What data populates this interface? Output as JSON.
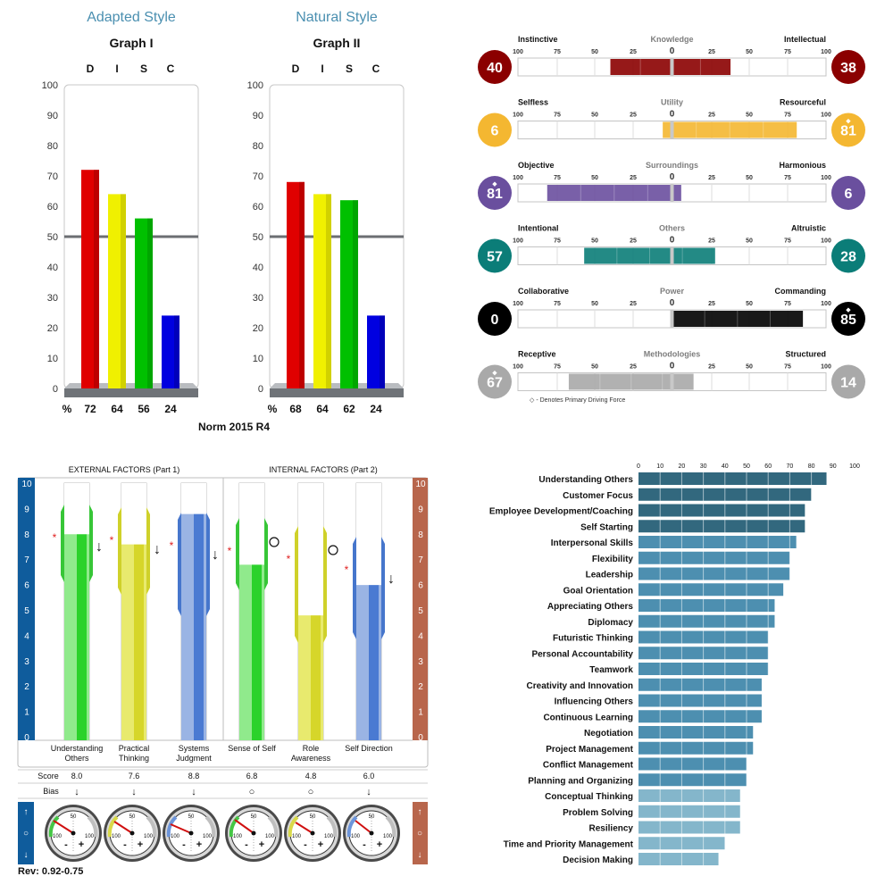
{
  "disc": {
    "graphs": [
      {
        "style_label": "Adapted Style",
        "title": "Graph I",
        "percents": [
          "72",
          "64",
          "56",
          "24"
        ]
      },
      {
        "style_label": "Natural Style",
        "title": "Graph II",
        "percents": [
          "68",
          "64",
          "62",
          "24"
        ]
      }
    ],
    "norm": "Norm 2015 R4",
    "percent_symbol": "%"
  },
  "motivators": {
    "scale_ticks": [
      "100",
      "75",
      "50",
      "25",
      "0",
      "25",
      "50",
      "75",
      "100"
    ],
    "note": "◇ - Denotes Primary Driving Force",
    "rows": [
      {
        "name": "Knowledge",
        "left": "Instinctive",
        "right": "Intellectual",
        "left_score": "40",
        "right_score": "38",
        "left_diamond": false,
        "right_diamond": false,
        "color": "#8b0000"
      },
      {
        "name": "Utility",
        "left": "Selfless",
        "right": "Resourceful",
        "left_score": "6",
        "right_score": "81",
        "left_diamond": false,
        "right_diamond": true,
        "color": "#f4b731"
      },
      {
        "name": "Surroundings",
        "left": "Objective",
        "right": "Harmonious",
        "left_score": "81",
        "right_score": "6",
        "left_diamond": true,
        "right_diamond": false,
        "color": "#6a4f9e"
      },
      {
        "name": "Others",
        "left": "Intentional",
        "right": "Altruistic",
        "left_score": "57",
        "right_score": "28",
        "left_diamond": false,
        "right_diamond": false,
        "color": "#0b7d78"
      },
      {
        "name": "Power",
        "left": "Collaborative",
        "right": "Commanding",
        "left_score": "0",
        "right_score": "85",
        "left_diamond": false,
        "right_diamond": true,
        "color": "#000000"
      },
      {
        "name": "Methodologies",
        "left": "Receptive",
        "right": "Structured",
        "left_score": "67",
        "right_score": "14",
        "left_diamond": true,
        "right_diamond": false,
        "color": "#a9a9a9"
      }
    ]
  },
  "acumen": {
    "header_left": "EXTERNAL FACTORS (Part 1)",
    "header_right": "INTERNAL FACTORS (Part 2)",
    "score_label": "Score",
    "bias_label": "Bias",
    "rev": "Rev: 0.92-0.75",
    "scale": [
      "0",
      "1",
      "2",
      "3",
      "4",
      "5",
      "6",
      "7",
      "8",
      "9",
      "10"
    ],
    "columns": [
      {
        "label_lines": [
          "Understanding",
          "Others"
        ],
        "score_text": "8.0",
        "bias": "↓",
        "color": "green"
      },
      {
        "label_lines": [
          "Practical",
          "Thinking"
        ],
        "score_text": "7.6",
        "bias": "↓",
        "color": "yellow"
      },
      {
        "label_lines": [
          "Systems",
          "Judgment"
        ],
        "score_text": "8.8",
        "bias": "↓",
        "color": "blue"
      },
      {
        "label_lines": [
          "Sense of Self"
        ],
        "score_text": "6.8",
        "bias": "○",
        "color": "green"
      },
      {
        "label_lines": [
          "Role",
          "Awareness"
        ],
        "score_text": "4.8",
        "bias": "○",
        "color": "yellow"
      },
      {
        "label_lines": [
          "Self Direction"
        ],
        "score_text": "6.0",
        "bias": "↓",
        "color": "blue"
      }
    ],
    "side_symbols": [
      "↑",
      "○",
      "↓"
    ],
    "gauge_labels": {
      "top": "50",
      "left": "100",
      "right": "100",
      "minus": "-",
      "plus": "+"
    }
  },
  "competencies": {
    "ticks": [
      "0",
      "10",
      "20",
      "30",
      "40",
      "50",
      "60",
      "70",
      "80",
      "90",
      "100"
    ],
    "items": [
      {
        "label": "Understanding Others",
        "value": 87
      },
      {
        "label": "Customer Focus",
        "value": 80
      },
      {
        "label": "Employee Development/Coaching",
        "value": 77
      },
      {
        "label": "Self Starting",
        "value": 77
      },
      {
        "label": "Interpersonal Skills",
        "value": 73
      },
      {
        "label": "Flexibility",
        "value": 70
      },
      {
        "label": "Leadership",
        "value": 70
      },
      {
        "label": "Goal Orientation",
        "value": 67
      },
      {
        "label": "Appreciating Others",
        "value": 63
      },
      {
        "label": "Diplomacy",
        "value": 63
      },
      {
        "label": "Futuristic Thinking",
        "value": 60
      },
      {
        "label": "Personal Accountability",
        "value": 60
      },
      {
        "label": "Teamwork",
        "value": 60
      },
      {
        "label": "Creativity and Innovation",
        "value": 57
      },
      {
        "label": "Influencing Others",
        "value": 57
      },
      {
        "label": "Continuous Learning",
        "value": 57
      },
      {
        "label": "Negotiation",
        "value": 53
      },
      {
        "label": "Project Management",
        "value": 53
      },
      {
        "label": "Conflict Management",
        "value": 50
      },
      {
        "label": "Planning and Organizing",
        "value": 50
      },
      {
        "label": "Conceptual Thinking",
        "value": 47
      },
      {
        "label": "Problem Solving",
        "value": 47
      },
      {
        "label": "Resiliency",
        "value": 47
      },
      {
        "label": "Time and Priority Management",
        "value": 40
      },
      {
        "label": "Decision Making",
        "value": 37
      }
    ]
  },
  "chart_data": [
    {
      "type": "bar",
      "title": "Graph I",
      "subtitle": "Adapted Style",
      "categories": [
        "D",
        "I",
        "S",
        "C"
      ],
      "values": [
        72,
        64,
        56,
        24
      ],
      "ylim": [
        0,
        100
      ],
      "yticks": [
        0,
        10,
        20,
        30,
        40,
        50,
        60,
        70,
        80,
        90,
        100
      ],
      "reference_line": 50,
      "colors": [
        "#e00000",
        "#f0f000",
        "#00c000",
        "#0000e0"
      ],
      "grid": false
    },
    {
      "type": "bar",
      "title": "Graph II",
      "subtitle": "Natural Style",
      "categories": [
        "D",
        "I",
        "S",
        "C"
      ],
      "values": [
        68,
        64,
        62,
        24
      ],
      "ylim": [
        0,
        100
      ],
      "yticks": [
        0,
        10,
        20,
        30,
        40,
        50,
        60,
        70,
        80,
        90,
        100
      ],
      "reference_line": 50,
      "colors": [
        "#e00000",
        "#f0f000",
        "#00c000",
        "#0000e0"
      ],
      "grid": false
    },
    {
      "type": "bar",
      "orientation": "diverging",
      "categories": [
        "Knowledge",
        "Utility",
        "Surroundings",
        "Others",
        "Power",
        "Methodologies"
      ],
      "series": [
        {
          "values": [
            40,
            6,
            81,
            57,
            0,
            67
          ]
        },
        {
          "values": [
            38,
            81,
            6,
            28,
            85,
            14
          ]
        }
      ],
      "xlim": [
        -100,
        100
      ],
      "xticks": [
        100,
        75,
        50,
        25,
        0,
        25,
        50,
        75,
        100
      ]
    },
    {
      "type": "bar",
      "orientation": "vertical",
      "categories": [
        "Understanding Others",
        "Practical Thinking",
        "Systems Judgment",
        "Sense of Self",
        "Role Awareness",
        "Self Direction"
      ],
      "values": [
        8.0,
        7.6,
        8.8,
        6.8,
        4.8,
        6.0
      ],
      "ylim": [
        0,
        10
      ],
      "yticks": [
        0,
        1,
        2,
        3,
        4,
        5,
        6,
        7,
        8,
        9,
        10
      ]
    },
    {
      "type": "bar",
      "orientation": "horizontal",
      "categories": [
        "Understanding Others",
        "Customer Focus",
        "Employee Development/Coaching",
        "Self Starting",
        "Interpersonal Skills",
        "Flexibility",
        "Leadership",
        "Goal Orientation",
        "Appreciating Others",
        "Diplomacy",
        "Futuristic Thinking",
        "Personal Accountability",
        "Teamwork",
        "Creativity and Innovation",
        "Influencing Others",
        "Continuous Learning",
        "Negotiation",
        "Project Management",
        "Conflict Management",
        "Planning and Organizing",
        "Conceptual Thinking",
        "Problem Solving",
        "Resiliency",
        "Time and Priority Management",
        "Decision Making"
      ],
      "values": [
        87,
        80,
        77,
        77,
        73,
        70,
        70,
        67,
        63,
        63,
        60,
        60,
        60,
        57,
        57,
        57,
        53,
        53,
        50,
        50,
        47,
        47,
        47,
        40,
        37
      ],
      "xlim": [
        0,
        100
      ],
      "xticks": [
        0,
        10,
        20,
        30,
        40,
        50,
        60,
        70,
        80,
        90,
        100
      ],
      "grid": true
    }
  ]
}
